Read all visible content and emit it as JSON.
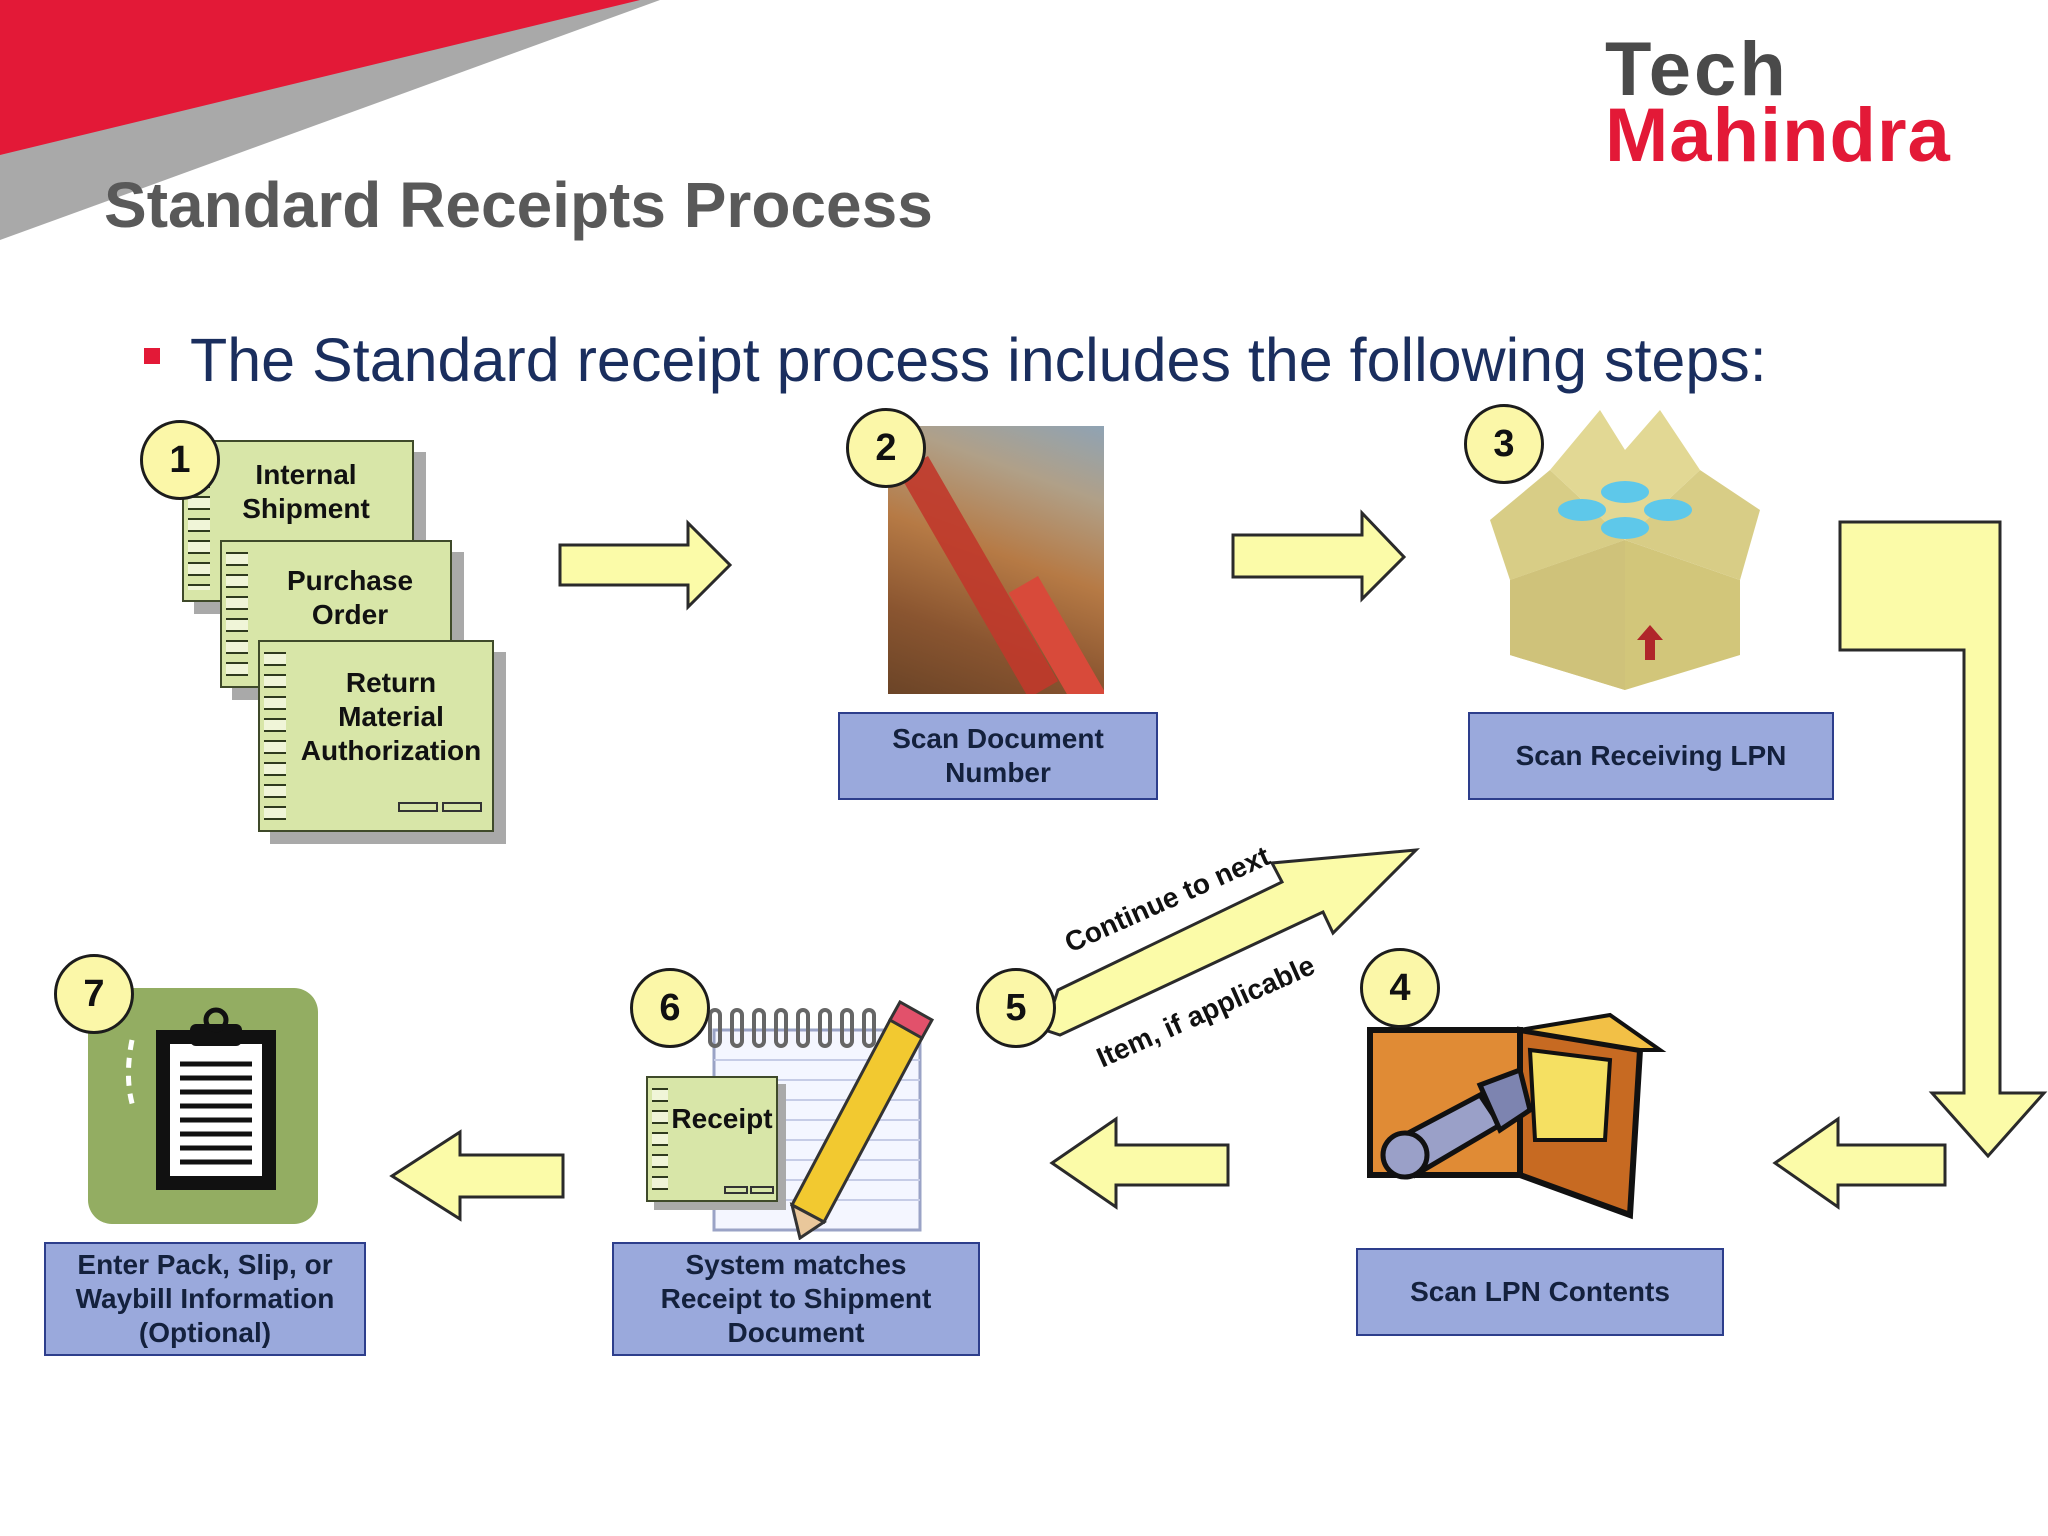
{
  "title": "Standard Receipts Process",
  "logo": {
    "line1": "Tech",
    "line2": "Mahindra"
  },
  "bullet": "The Standard receipt process includes the following steps:",
  "docs": {
    "doc1": [
      "Internal",
      "Shipment"
    ],
    "doc2": [
      "Purchase",
      "Order"
    ],
    "doc3": [
      "Return",
      "Material",
      "Authorization"
    ],
    "receipt": "Receipt"
  },
  "steps": [
    {
      "number": "1"
    },
    {
      "number": "2",
      "label": "Scan Document Number"
    },
    {
      "number": "3",
      "label": "Scan Receiving LPN"
    },
    {
      "number": "4",
      "label": "Scan LPN Contents"
    },
    {
      "number": "5",
      "arrow_text": [
        "Continue to next",
        "Item, if applicable"
      ]
    },
    {
      "number": "6",
      "label": "System matches Receipt to Shipment Document"
    },
    {
      "number": "7",
      "label": "Enter Pack, Slip, or Waybill Information (Optional)"
    }
  ],
  "colors": {
    "brand_red": "#e31937",
    "arrow_fill": "#fbfba8",
    "label_fill": "#9aa9dc",
    "label_border": "#2d3e8c",
    "doc_fill": "#d8e6a8"
  }
}
